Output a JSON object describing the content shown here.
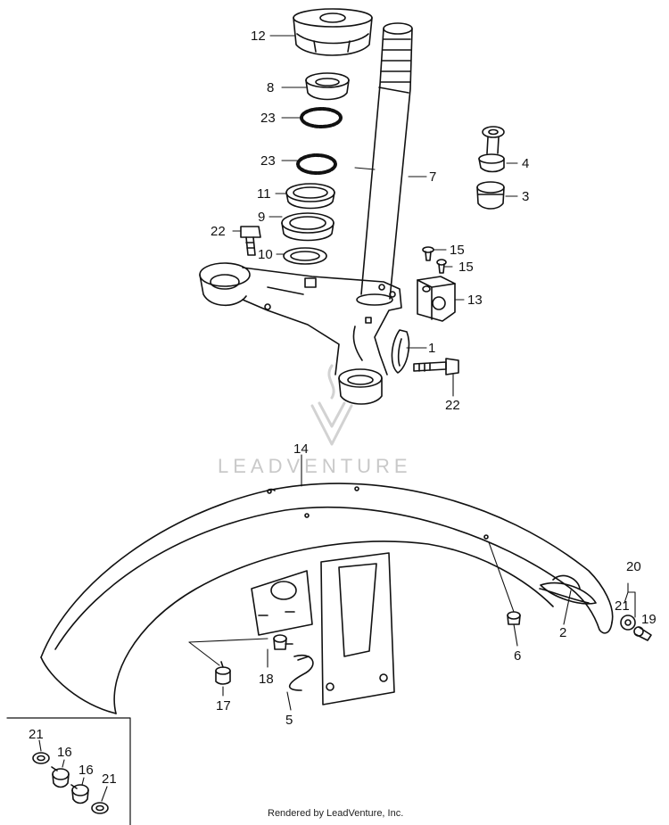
{
  "watermark": "LEADVENTURE",
  "footer": "Rendered by LeadVenture, Inc.",
  "labels": {
    "p1": "1",
    "p2": "2",
    "p3": "3",
    "p4": "4",
    "p5": "5",
    "p6": "6",
    "p7": "7",
    "p8": "8",
    "p9": "9",
    "p10": "10",
    "p11": "11",
    "p12": "12",
    "p13": "13",
    "p14": "14",
    "p15a": "15",
    "p15b": "15",
    "p16a": "16",
    "p16b": "16",
    "p17": "17",
    "p18": "18",
    "p19": "19",
    "p20": "20",
    "p21a": "21",
    "p21b": "21",
    "p21c": "21",
    "p22a": "22",
    "p22b": "22",
    "p23a": "23",
    "p23b": "23"
  }
}
